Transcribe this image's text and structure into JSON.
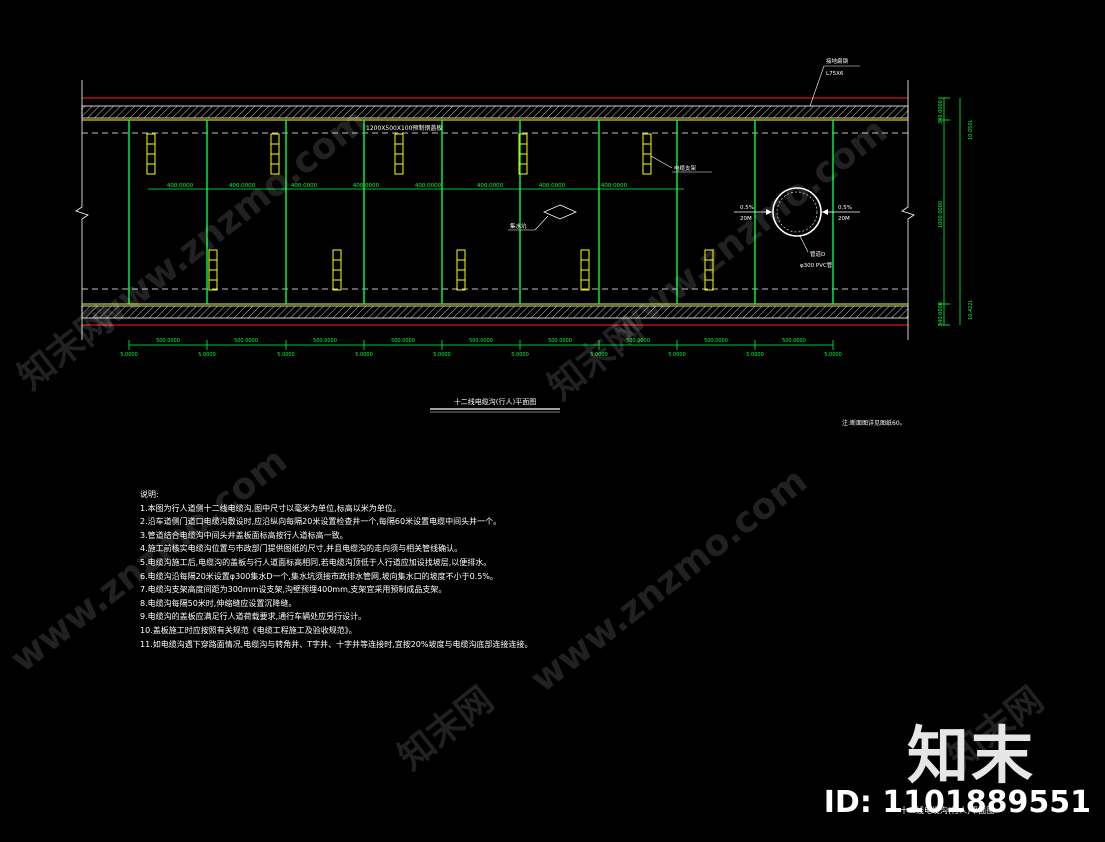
{
  "drawing": {
    "top_annotation": [
      "接地扁钢",
      "L75X6"
    ],
    "tray_label": "1200X500X100预制钢盖板",
    "hanger_label": "电缆支架",
    "spacing_label": "400.0000",
    "bottom_dim_label": "500.0000",
    "bottom_dim_value": "5.0000",
    "slope_left": "0.5%",
    "slope_right": "0.5%",
    "slope_left_code": "20M",
    "slope_right_code": "20M",
    "sump_label": "集水坑",
    "pipe_label": "φ300 PVC管",
    "pipe_tag": "管道D",
    "right_dims": [
      "340.0000",
      "1000.0000",
      "340.0000"
    ],
    "right_elev": [
      "10.050L",
      "10.422L"
    ],
    "plan_title": "十二线电缆沟(行人)平面图",
    "remark": "注:断面图详见图纸60。"
  },
  "notes": {
    "heading": "说明:",
    "items": [
      "1.本图为行人道侧十二线电缆沟,图中尺寸以毫米为单位,标高以米为单位。",
      "2.沿车道侧门道口电缆沟敷设时,应沿纵向每隔20米设置检查井一个,每隔60米设置电缆中间头井一个。",
      "3.管道结合电缆沟中间头井盖板面标高按行人道标高一致。",
      "4.施工前核实电缆沟位置与市政部门提供图纸的尺寸,并且电缆沟的走向须与相关管线确认。",
      "5.电缆沟施工后,电缆沟的盖板与行人道面标高相同,若电缆沟顶低于人行道应加设找坡层,以便排水。",
      "6.电缆沟沿每隔20米设置φ300集水D一个,集水坑须接市政排水管网,坡向集水口的坡度不小于0.5%。",
      "7.电缆沟支架高度间距为300mm设支架,沟壁预埋400mm,支架宜采用预制成品支架。",
      "8.电缆沟每隔50米时,伸缩缝应设置沉降缝。",
      "9.电缆沟的盖板应满足行人道荷载要求,通行车辆处应另行设计。",
      "10.盖板施工时应按照有关规范《电缆工程施工及验收规范》。",
      "11.如电缆沟遇下穿路面情况,电缆沟与转角井、T字井、十字井等连接时,宜按20%坡度与电缆沟底部连接连接。"
    ]
  },
  "watermark": {
    "site": "www.znzmo.com",
    "cn": "知末网",
    "brand": "知末",
    "id": "ID: 1101889551",
    "bottom_caption": "十二线电缆沟(行人)平面图"
  },
  "colors": {
    "green": "#00ff3c",
    "red": "#ff2020",
    "yellow": "#ffff00",
    "white": "#ffffff",
    "hatch": "#bfbfbf"
  }
}
